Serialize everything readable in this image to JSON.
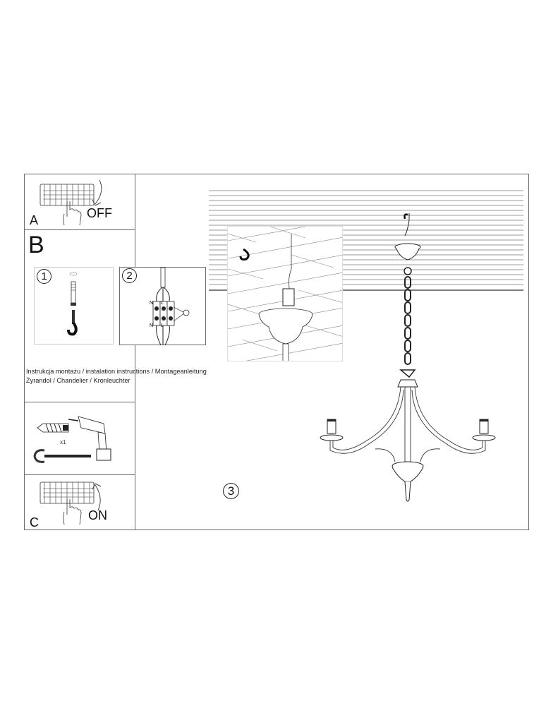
{
  "panel_a": {
    "letter": "A",
    "action": "OFF"
  },
  "section_b": {
    "letter": "B"
  },
  "steps": [
    {
      "number": "1",
      "content": "wall plug and ceiling hook"
    },
    {
      "number": "2",
      "wire_labels_top": [
        "N",
        "L"
      ],
      "wire_labels_bottom": [
        "N",
        "L"
      ],
      "ground_symbol": "earth-icon"
    },
    {
      "number": "3",
      "content": "chandelier hanging from ceiling"
    }
  ],
  "caption": {
    "line1": "Instrukcja montażu / instalation instructions / Montageanleitung",
    "line2": "Żyrandol / Chandelier / Kronleuchter"
  },
  "tools_panel": {
    "quantity": "x1"
  },
  "panel_c": {
    "letter": "C",
    "action": "ON"
  },
  "colors": {
    "line": "#6a6a6a",
    "ink": "#111111",
    "background": "#ffffff"
  }
}
